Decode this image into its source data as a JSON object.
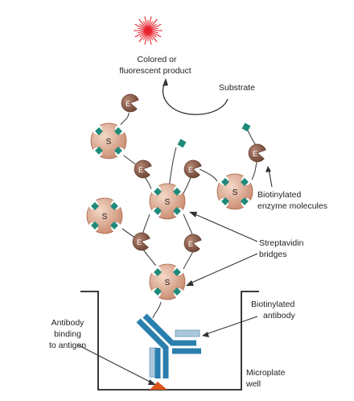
{
  "labels": {
    "product_line1": "Colored or",
    "product_line2": "fluorescent product",
    "substrate": "Substrate",
    "enzyme_line1": "Biotinylated",
    "enzyme_line2": "enzyme molecules",
    "strep_line1": "Streptavidin",
    "strep_line2": "bridges",
    "ab_line1": "Biotinylated",
    "ab_line2": "antibody",
    "bind_line1": "Antibody",
    "bind_line2": "binding",
    "bind_line3": "to antigen",
    "well_line1": "Microplate",
    "well_line2": "well"
  },
  "glyphs": {
    "streptavidin": "S",
    "enzyme": "E"
  },
  "colors": {
    "starburst": "#e8242e",
    "streptavidin_fill": "#d9a188",
    "enzyme_fill": "#8a5a48",
    "biotin": "#1f8a7a",
    "antibody_heavy": "#2a7fae",
    "antibody_light": "#a9c8dc",
    "antigen": "#e0521c",
    "line": "#333333"
  }
}
